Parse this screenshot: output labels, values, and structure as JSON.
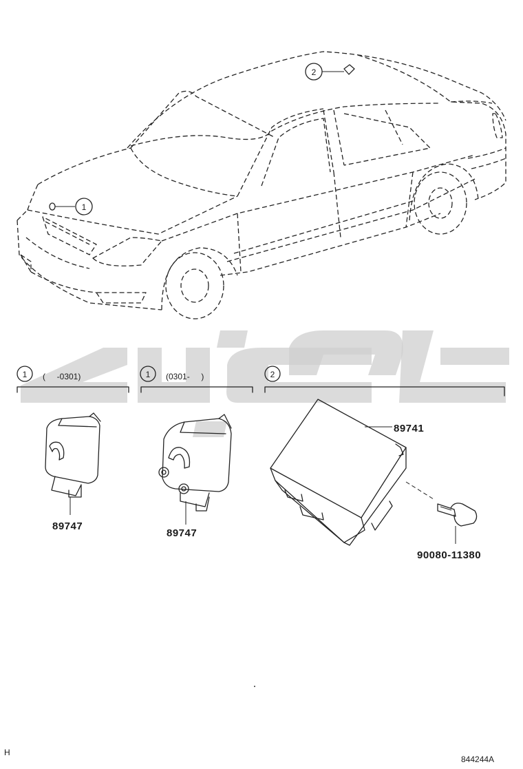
{
  "callouts": {
    "car_1": "1",
    "car_2": "2"
  },
  "groups": [
    {
      "number": "1",
      "range": "(     -0301)"
    },
    {
      "number": "1",
      "range": "(0301-     )"
    },
    {
      "number": "2",
      "range": ""
    }
  ],
  "parts": {
    "sensor_a": "89747",
    "sensor_b": "89747",
    "ecu": "89741",
    "bolt": "90080-11380"
  },
  "footer": {
    "left_code": "H",
    "right_code": "844244A"
  }
}
